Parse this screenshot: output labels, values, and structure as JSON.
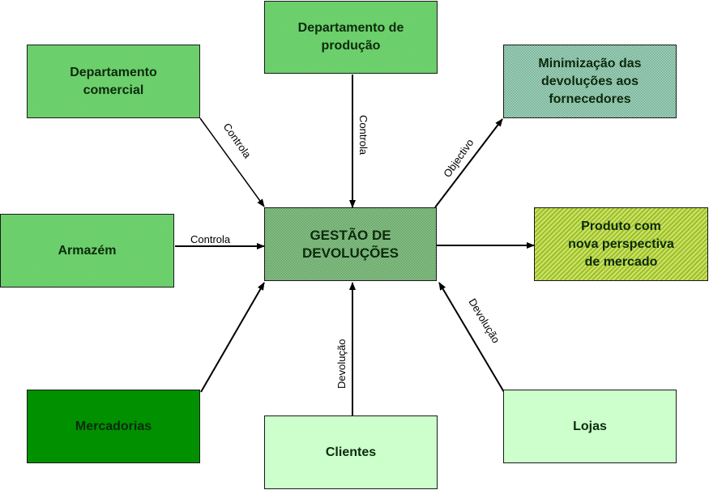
{
  "diagram": {
    "center": {
      "label": "GESTÃO DE\nDEVOLUÇÕES"
    },
    "nodes": {
      "dept_producao": {
        "label": "Departamento de\nprodução"
      },
      "dept_comercial": {
        "label": "Departamento\ncomercial"
      },
      "minimizacao": {
        "label": "Minimização das\ndevoluções aos\nfornecedores"
      },
      "armazem": {
        "label": "Armazém"
      },
      "produto": {
        "label": "Produto com\nnova perspectiva\nde mercado"
      },
      "mercadorias": {
        "label": "Mercadorias"
      },
      "clientes": {
        "label": "Clientes"
      },
      "lojas": {
        "label": "Lojas"
      }
    },
    "edges": {
      "producao_to_center": {
        "label": "Controla",
        "from": "Departamento de produção",
        "to": "GESTÃO DE DEVOLUÇÕES"
      },
      "comercial_to_center": {
        "label": "Controla",
        "from": "Departamento comercial",
        "to": "GESTÃO DE DEVOLUÇÕES"
      },
      "armazem_to_center": {
        "label": "Controla",
        "from": "Armazém",
        "to": "GESTÃO DE DEVOLUÇÕES"
      },
      "center_to_minimizacao": {
        "label": "Objectivo",
        "from": "GESTÃO DE DEVOLUÇÕES",
        "to": "Minimização das devoluções aos fornecedores"
      },
      "center_to_produto": {
        "label": "",
        "from": "GESTÃO DE DEVOLUÇÕES",
        "to": "Produto com nova perspectiva de mercado"
      },
      "mercadorias_to_center": {
        "label": "",
        "from": "Mercadorias",
        "to": "GESTÃO DE DEVOLUÇÕES"
      },
      "clientes_to_center": {
        "label": "Devolução",
        "from": "Clientes",
        "to": "GESTÃO DE DEVOLUÇÕES"
      },
      "lojas_to_center": {
        "label": "Devolução",
        "from": "Lojas",
        "to": "GESTÃO DE DEVOLUÇÕES"
      }
    }
  }
}
